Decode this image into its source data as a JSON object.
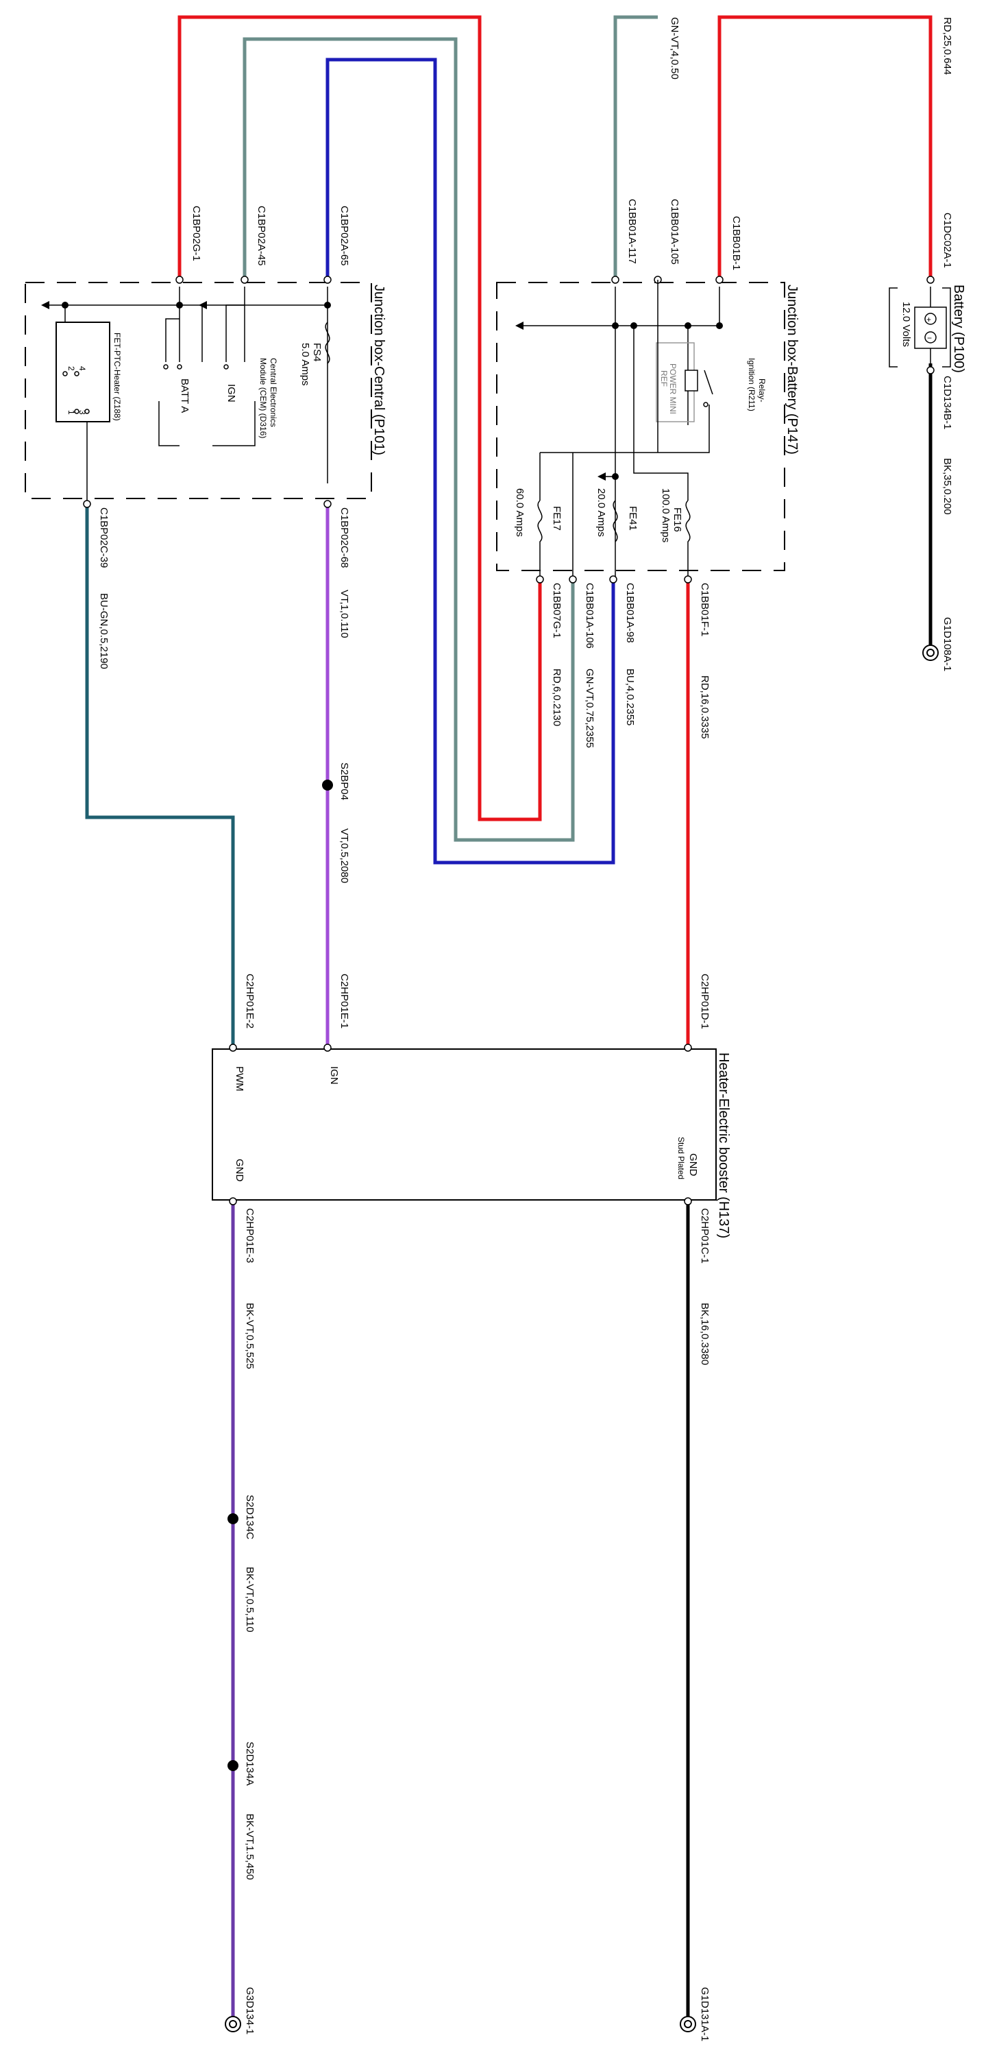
{
  "colors": {
    "red": "#e8141b",
    "blue": "#1c1cb8",
    "gray_green": "#6b8e8a",
    "purple": "#a14fd8",
    "teal": "#1f5f6f",
    "violet": "#6a3aa8",
    "black": "#000000"
  },
  "wires": {
    "w_top_right": "RD,25,0.644",
    "w_gnvt": "GN-VT,4,0.50",
    "w_bat_gnd": "BK,35,0.200",
    "w_fe16": "RD,16,0.3335",
    "w_fe41": "BU,4,0.2355",
    "w_fe41b": "GN-VT,0.75,2355",
    "w_fe17": "RD,6,0.2130",
    "w_ign1": "VT,1,0.110",
    "w_ign2": "VT,0.5,2080",
    "w_pwm": "BU-GN,0.5,2190",
    "w_gnd1": "BK-VT,0.5,525",
    "w_gnd2": "BK-VT,0.5,110",
    "w_gnd3": "BK-VT,1.5,450",
    "w_gnd_right": "BK,16,0.3380"
  },
  "connectors": {
    "c_bp02g1": "C1BP02G-1",
    "c_bp02a45": "C1BP02A-45",
    "c_bp02a65": "C1BP02A-65",
    "c_bb01a117": "C1BB01A-117",
    "c_bb01a105": "C1BB01A-105",
    "c_bb01b1": "C1BB01B-1",
    "c_dc02a1": "C1DC02A-1",
    "c_d134b1": "C1D134B-1",
    "c_g1d108a1": "G1D108A-1",
    "c_bp02c68": "C1BP02C-68",
    "c_bp02c39": "C1BP02C-39",
    "c_bb07g1": "C1BB07G-1",
    "c_bb01a106": "C1BB01A-106",
    "c_bb01a98": "C1BB01A-98",
    "c_bb01f1": "C1BB01F-1",
    "s_2bp04": "S2BP04",
    "c_2hp01e2": "C2HP01E-2",
    "c_2hp01e1": "C2HP01E-1",
    "c_2hp01d1": "C2HP01D-1",
    "c_2hp01e3": "C2HP01E-3",
    "c_2hp01c1": "C2HP01C-1",
    "s_2d134c": "S2D134C",
    "s_2d134a": "S2D134A",
    "g_3d134_1": "G3D134-1",
    "g_1d131a1": "G1D131A-1"
  },
  "components": {
    "jb_central": "Junction box-Central (P101)",
    "jb_battery": "Junction box-Battery (P147)",
    "battery": "Battery (P100)",
    "battery_volts": "12.0 Volts",
    "heater": "Heater-Electric booster (H137)",
    "fet_heater": "FET-PTC-Heater (Z188)",
    "fet_pins": [
      "2",
      "4",
      "1",
      "3"
    ],
    "batt_a": "BATT A",
    "ign": "IGN",
    "cem_line1": "Central Electronics",
    "cem_line2": "Module (CEM) (D316)",
    "fs4": "FS4",
    "fs4_amps": "5.0 Amps",
    "relay_line1": "Relay-",
    "relay_line2": "Ignition (R211)",
    "relay_type1": "POWER MINI",
    "relay_type2": "REF",
    "fe16": "FE16",
    "fe16_amps": "100.0 Amps",
    "fe41": "FE41",
    "fe41_amps": "20.0 Amps",
    "fe17": "FE17",
    "fe17_amps": "60.0 Amps",
    "pin_pwm": "PWM",
    "pin_ign": "IGN",
    "pin_gnd": "GND",
    "pin_gnd_right": "GND",
    "pin_gnd_right_sub": "Stud Plated"
  }
}
